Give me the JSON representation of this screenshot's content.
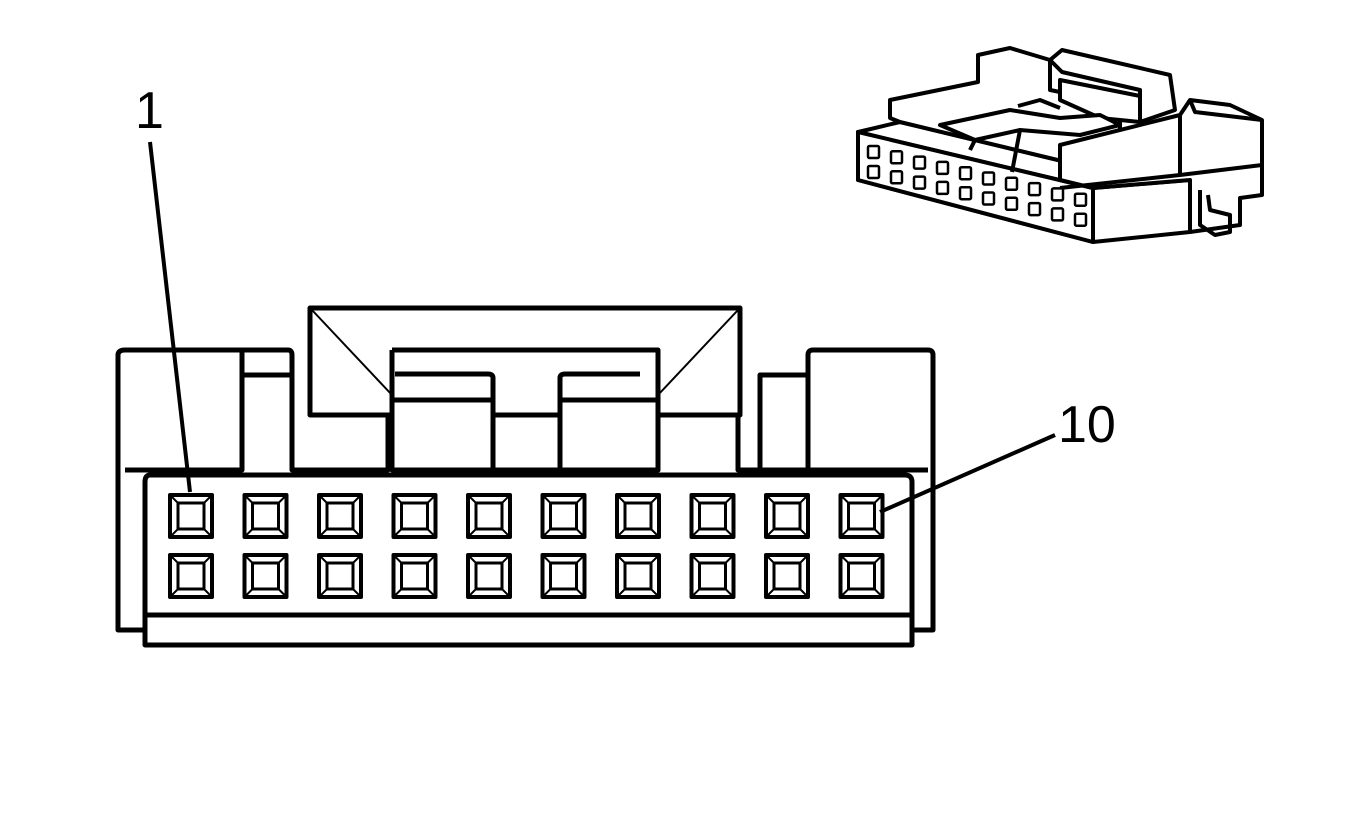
{
  "diagram": {
    "callouts": {
      "first_pin": "1",
      "last_pin": "10"
    },
    "pins_per_row": 10,
    "rows": 2,
    "colors": {
      "line": "#000000",
      "fill": "#ffffff"
    }
  }
}
